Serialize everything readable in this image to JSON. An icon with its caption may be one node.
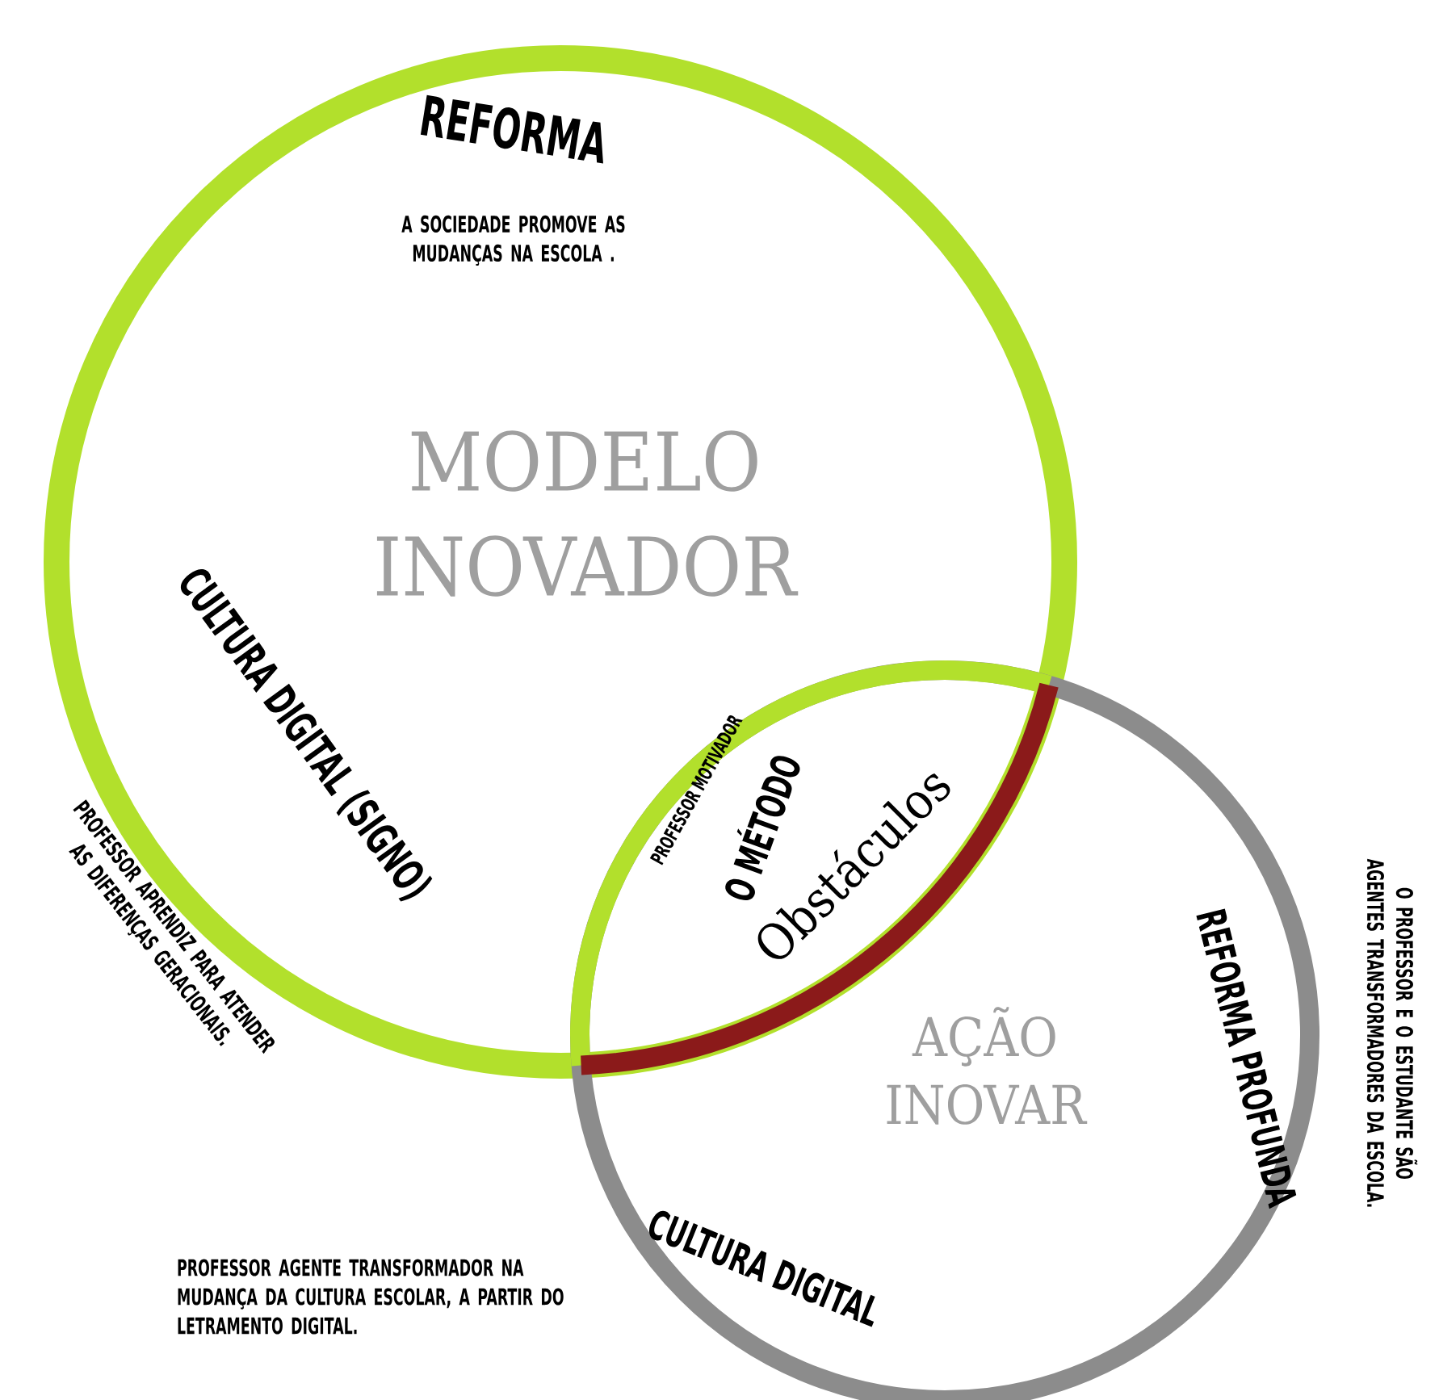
{
  "diagram": {
    "nodes": [
      {
        "text": [
          "REFORMA",
          "A SOCIEDADE PROMOVE AS MUDANÇAS NA ESCOLA .",
          "MODELO INOVADOR",
          "CULTURA DIGITAL (SIGNO)"
        ]
      },
      {
        "text": [
          "AÇÃO INOVAR",
          "REFORMA PROFUNDA",
          "CULTURA DIGITAL"
        ]
      },
      {
        "text": [
          "PROFESSOR MOTIVADOR",
          "O MÉTODO",
          "Obstáculos"
        ]
      }
    ],
    "labels": [
      "PROFESSOR APRENDIZ PARA ATENDER AS DIFERENÇAS GERACIONAIS.",
      "O PROFESSOR E O ESTUDANTE SÃO AGENTES TRANSFORMADORES DA ESCOLA.",
      "PROFESSOR AGENTE TRANSFORMADOR NA MUDANÇA DA CULTURA ESCOLAR, A PARTIR DO LETRAMENTO DIGITAL."
    ]
  }
}
